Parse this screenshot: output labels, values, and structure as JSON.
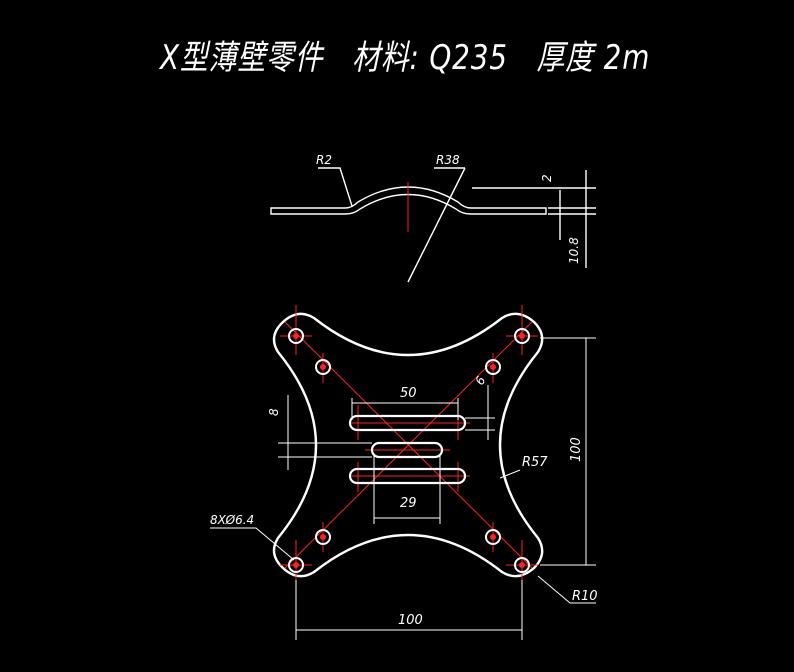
{
  "title": "X型薄壁零件　材料: Q235　厚度 2m",
  "colors": {
    "background": "#000000",
    "outline": "#ffffff",
    "centerline": "#ff2020"
  },
  "side_view": {
    "labels": {
      "r_small": "R2",
      "r_large": "R38",
      "thickness": "2",
      "height": "10.8"
    }
  },
  "top_view": {
    "labels": {
      "slot_length": "50",
      "slot_width": "8",
      "offset": "6",
      "inner_slot": "29",
      "arc_radius": "R57",
      "height": "100",
      "holes": "8XØ6.4",
      "corner_radius": "R10",
      "width": "100"
    }
  }
}
